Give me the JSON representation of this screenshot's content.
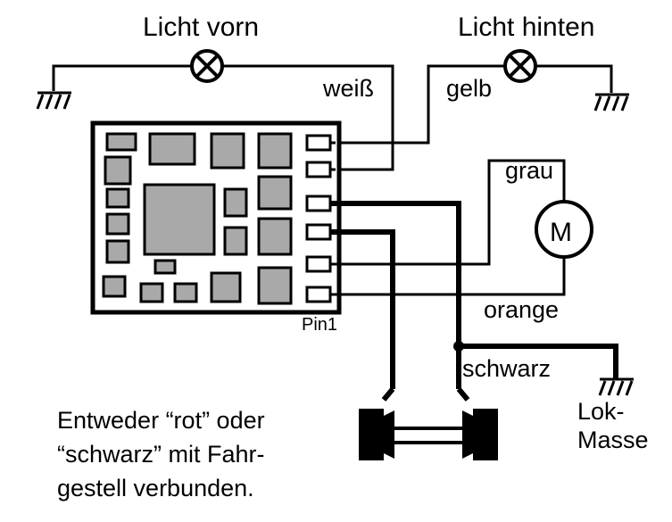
{
  "labels": {
    "light_front": "Licht vorn",
    "light_rear": "Licht hinten",
    "wire_white": "weiß",
    "wire_yellow": "gelb",
    "wire_grey": "grau",
    "wire_orange": "orange",
    "wire_black": "schwarz",
    "pin1": "Pin1",
    "motor": "M",
    "ground_label_line1": "Lok-",
    "ground_label_line2": "Masse"
  },
  "note": {
    "line1": "Entweder “rot” oder",
    "line2": "“schwarz” mit Fahr-",
    "line3": "gestell verbunden."
  }
}
